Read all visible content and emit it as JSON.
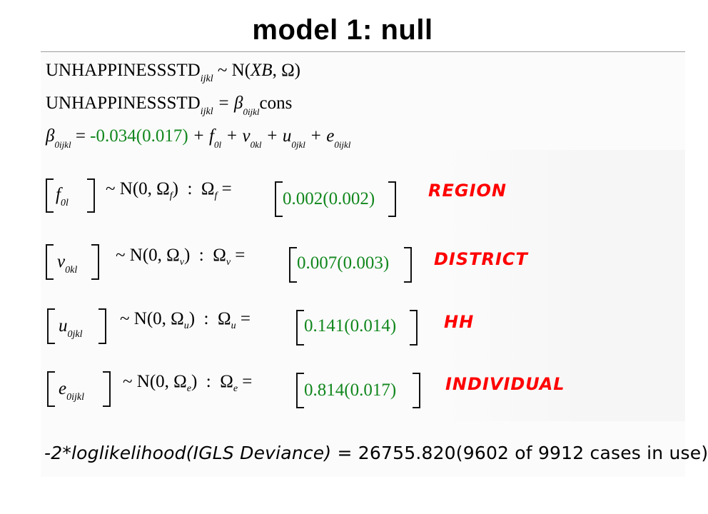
{
  "slide": {
    "title": "model 1: null"
  },
  "equations": {
    "eq1_lhs": "UNHAPPINESSSTD",
    "eq1_sub": "ijkl",
    "eq1_rhs": " ~ N(",
    "eq1_xb": "XB",
    "eq1_tail": ", Ω)",
    "eq2_lhs": "UNHAPPINESSSTD",
    "eq2_sub": "ijkl",
    "eq2_eq": " = β",
    "eq2_bsub": "0ijkl",
    "eq2_cons": "cons",
    "eq3_beta": "β",
    "eq3_bsub": "0ijkl",
    "eq3_eq": " = ",
    "eq3_coef": "-0.034(0.017)",
    "eq3_rest1": " + f",
    "eq3_f_sub": "0l",
    "eq3_rest2": " + v",
    "eq3_v_sub": "0kl",
    "eq3_rest3": " + u",
    "eq3_u_sub": "0jkl",
    "eq3_rest4": " + e",
    "eq3_e_sub": "0ijkl"
  },
  "levels": [
    {
      "var": "f",
      "var_sub": "0l",
      "omega_sub": "f",
      "dist": "~ N(0,  Ω",
      "value": "0.002(0.002)",
      "label": "REGION"
    },
    {
      "var": "v",
      "var_sub": "0kl",
      "omega_sub": "v",
      "dist": "~ N(0,  Ω",
      "value": "0.007(0.003)",
      "label": "DISTRICT"
    },
    {
      "var": "u",
      "var_sub": "0jkl",
      "omega_sub": "u",
      "dist": "~ N(0,  Ω",
      "value": "0.141(0.014)",
      "label": "HH"
    },
    {
      "var": "e",
      "var_sub": "0ijkl",
      "omega_sub": "e",
      "dist": "~ N(0,  Ω",
      "value": "0.814(0.017)",
      "label": "INDIVIDUAL"
    }
  ],
  "deviance": {
    "lhs": "-2*loglikelihood(IGLS Deviance)",
    "rhs": " = 26755.820(9602 of 9912 cases in use)"
  },
  "colors": {
    "estimate_green": "#11871d",
    "label_red": "#ff0000"
  }
}
